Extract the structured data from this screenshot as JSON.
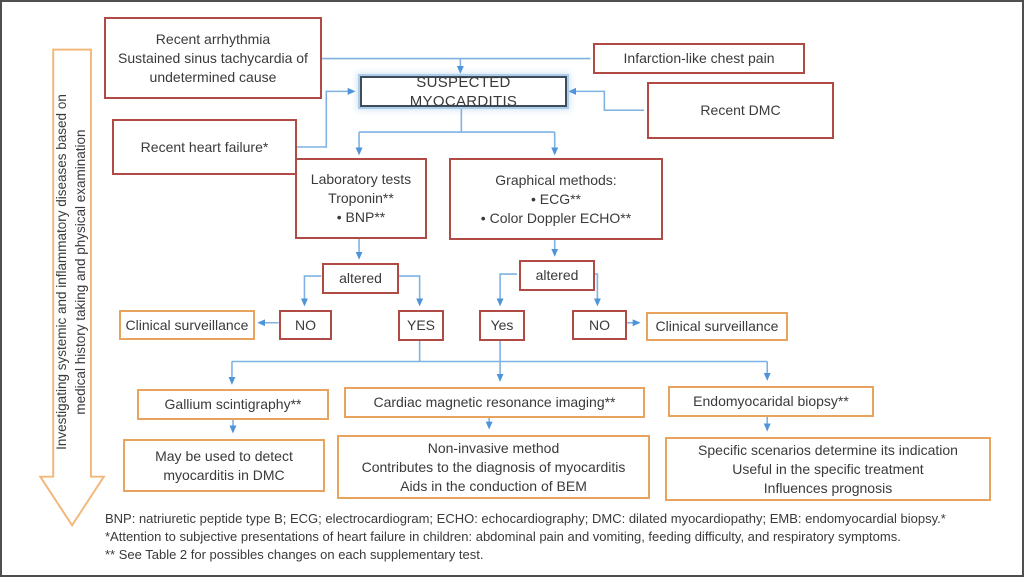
{
  "colors": {
    "red_border": "#b04a44",
    "orange_border": "#e8a45e",
    "connector": "#7fb2e3",
    "connector_arrow": "#4f94d8",
    "highlight_border": "#3c4c5a",
    "highlight_glow": "#aecdea",
    "arrow_outline": "#f2b87c",
    "frame": "#4f4f4f",
    "text": "#3a3a3a"
  },
  "side_arrow_label": "Investigating systemic and inflammatory diseases based on\nmedical history taking and physical examination",
  "nodes": {
    "recent_arrhythmia": "Recent arrhythmia\nSustained sinus tachycardia of\nundetermined cause",
    "infarction_chest_pain": "Infarction-like chest pain",
    "suspected_myocarditis": "SUSPECTED MYOCARDITIS",
    "recent_dmc": "Recent DMC",
    "recent_heart_failure": "Recent heart failure*",
    "laboratory_tests": "Laboratory tests\nTroponin**\n• BNP**",
    "graphical_methods": "Graphical methods:\n• ECG**\n• Color Doppler ECHO**",
    "altered_left": "altered",
    "altered_right": "altered",
    "no_left": "NO",
    "yes_left": "YES",
    "yes_right": "Yes",
    "no_right": "NO",
    "clinical_surveillance_left": "Clinical surveillance",
    "clinical_surveillance_right": "Clinical surveillance",
    "gallium_scintigraphy": "Gallium scintigraphy**",
    "cardiac_mri": "Cardiac magnetic resonance imaging**",
    "endomyocardial_biopsy": "Endomyocaridal biopsy**",
    "gallium_note": "May be used to detect\nmyocarditis in DMC",
    "cardiac_mri_note": "Non-invasive method\nContributes to the diagnosis of myocarditis\nAids in the conduction of BEM",
    "biopsy_note": "Specific scenarios determine its indication\nUseful in the specific treatment\nInfluences prognosis"
  },
  "footnotes": [
    "BNP: natriuretic peptide type B; ECG; electrocardiogram; ECHO: echocardiography; DMC: dilated myocardiopathy; EMB: endomyocardial biopsy.*",
    "*Attention to subjective presentations of heart failure in children: abdominal pain and vomiting, feeding difficulty, and respiratory symptoms.",
    "** See Table 2 for possibles changes on each supplementary test."
  ]
}
